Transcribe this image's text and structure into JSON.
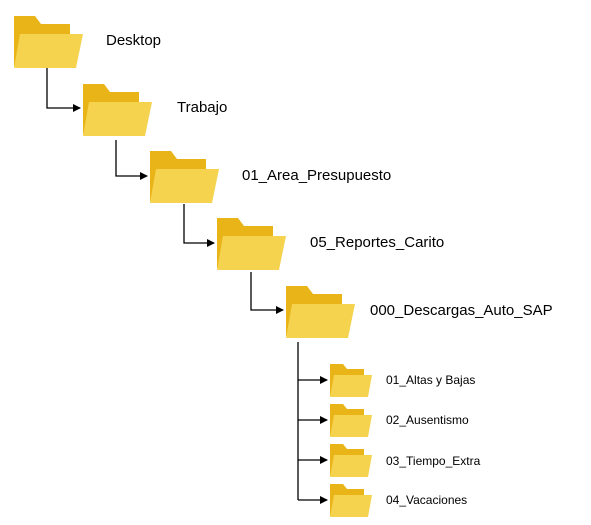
{
  "folders": [
    {
      "name": "Desktop"
    },
    {
      "name": "Trabajo"
    },
    {
      "name": "01_Area_Presupuesto"
    },
    {
      "name": "05_Reportes_Carito"
    },
    {
      "name": "000_Descargas_Auto_SAP"
    }
  ],
  "subfolders": [
    {
      "name": "01_Altas y Bajas"
    },
    {
      "name": "02_Ausentismo"
    },
    {
      "name": "03_Tiempo_Extra"
    },
    {
      "name": "04_Vacaciones"
    }
  ],
  "colors": {
    "folder_back": "#E8B418",
    "folder_front": "#F5D34F",
    "connector": "#000000"
  }
}
